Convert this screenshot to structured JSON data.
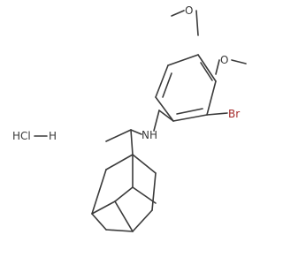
{
  "molecule": {
    "atoms": {
      "o_top": "O",
      "o_right": "O",
      "br": "Br",
      "nh": "NH",
      "hcl": "HCl",
      "h": "H"
    }
  },
  "colors": {
    "bond": "#3a3a3a",
    "bromine": "#a52a2a",
    "text": "#3a3a3a"
  }
}
